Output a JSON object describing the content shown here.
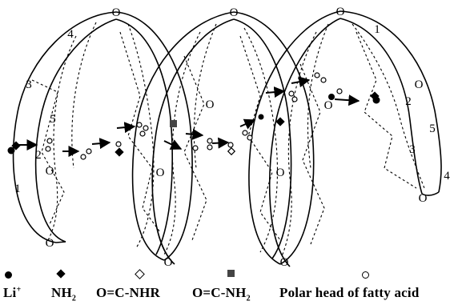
{
  "diagram": {
    "oxygen_label": "O",
    "number_labels": [
      "1",
      "2",
      "3",
      "4",
      "5"
    ]
  },
  "legend": {
    "items": [
      {
        "name": "lithium-ion",
        "text": "Li",
        "sup": "+",
        "symbol": "filled-circle"
      },
      {
        "name": "amine-group",
        "text": "NH",
        "sub": "2",
        "symbol": "filled-diamond"
      },
      {
        "name": "amide-group",
        "text": "O=C-NHR",
        "symbol": "open-diamond"
      },
      {
        "name": "primary-amide",
        "text": "O=C-NH",
        "sub": "2",
        "symbol": "filled-square"
      },
      {
        "name": "fatty-acid-head",
        "text": "Polar head of fatty acid",
        "symbol": "open-circle"
      }
    ]
  },
  "colors": {
    "ink": "#000000",
    "paper": "#ffffff",
    "square": "#444444"
  }
}
